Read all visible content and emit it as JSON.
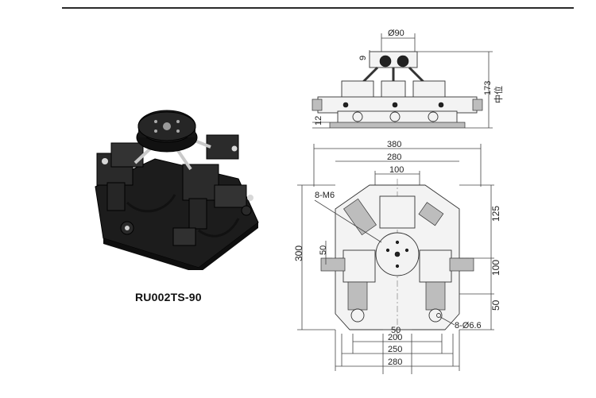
{
  "product": {
    "model": "RU002TS-90"
  },
  "side_view": {
    "dim_top_diameter": "Ø90",
    "dim_top_offset": "9",
    "dim_total_height": "173",
    "dim_total_height_note": "中位",
    "dim_base_thickness": "12"
  },
  "top_view": {
    "dim_width_overall": "380",
    "dim_width_280_top": "280",
    "dim_width_100": "100",
    "dim_thread_note": "8-M6",
    "dim_height_300": "300",
    "dim_left_50": "50",
    "dim_right_125": "125",
    "dim_right_100": "100",
    "dim_right_50": "50",
    "dim_hole_note": "8-Ø6.6",
    "dim_bottom_50": "50",
    "dim_bottom_200": "200",
    "dim_bottom_250": "250",
    "dim_bottom_280": "280"
  }
}
